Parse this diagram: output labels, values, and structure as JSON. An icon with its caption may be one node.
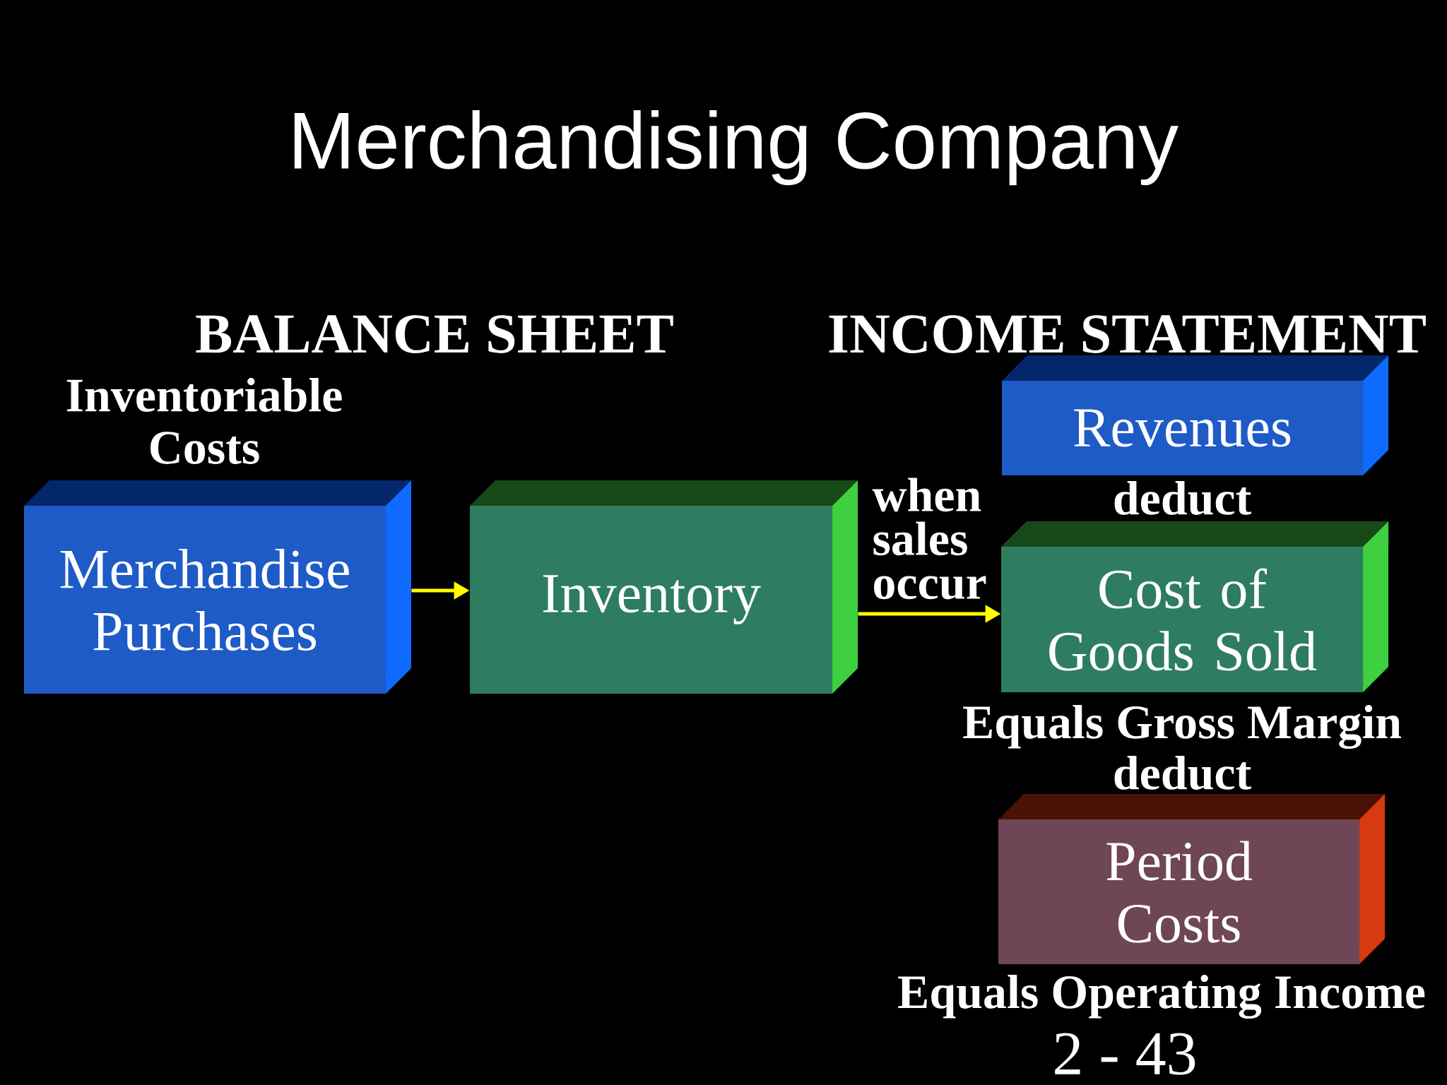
{
  "diagram": {
    "title": "Merchandising Company",
    "nodes": [
      {
        "text": [
          "Merchandise Purchases"
        ]
      },
      {
        "text": [
          "Inventory"
        ]
      },
      {
        "text": [
          "Revenues"
        ]
      },
      {
        "text": [
          "Cost of Goods Sold"
        ]
      },
      {
        "text": [
          "Period Costs"
        ]
      }
    ],
    "edges": [
      {
        "from": 0,
        "to": 1,
        "arrow": "to"
      },
      {
        "from": 1,
        "to": 3,
        "arrow": "to",
        "label": "when sales occur"
      }
    ],
    "labels": [
      "BALANCE SHEET",
      "INCOME STATEMENT",
      "Inventoriable Costs",
      "deduct",
      "Equals Gross Margin",
      "deduct",
      "Equals Operating Income",
      "2 - 43"
    ]
  }
}
